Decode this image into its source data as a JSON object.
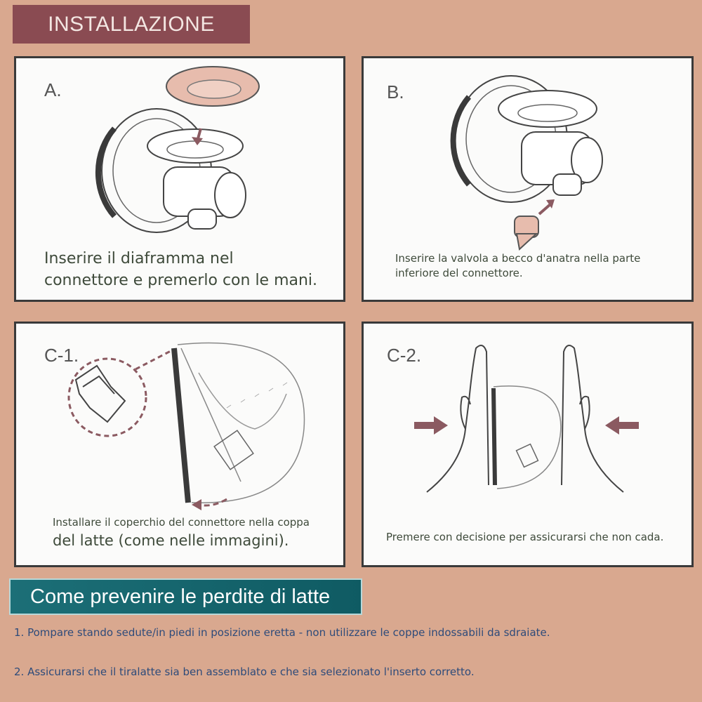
{
  "header": {
    "title": "INSTALLAZIONE"
  },
  "steps": [
    {
      "label": "A.",
      "caption_line1": "Inserire il diaframma nel",
      "caption_line2": "connettore e premerlo con le mani."
    },
    {
      "label": "B.",
      "caption_line1": "Inserire la valvola a becco d'anatra nella parte",
      "caption_line2": "inferiore del connettore."
    },
    {
      "label": "C-1.",
      "caption_line1": "Installare il coperchio del connettore nella coppa",
      "caption_line2": "del latte (come nelle immagini)."
    },
    {
      "label": "C-2.",
      "caption_line1": "Premere con decisione per assicurarsi che non cada."
    }
  ],
  "prevention": {
    "title": "Come prevenire le perdite di latte",
    "tips": [
      "1. Pompare stando sedute/in piedi in posizione eretta - non utilizzare le coppe indossabili da sdraiate.",
      "2. Assicurarsi che il tiralatte sia ben assemblato e che sia selezionato l'inserto corretto."
    ]
  },
  "colors": {
    "background": "#d9a88f",
    "header_bg": "#8a4b52",
    "accent_arrow": "#8b5a61",
    "prevent_bg": "#1c6f77",
    "tip_text": "#2e4b7a"
  }
}
